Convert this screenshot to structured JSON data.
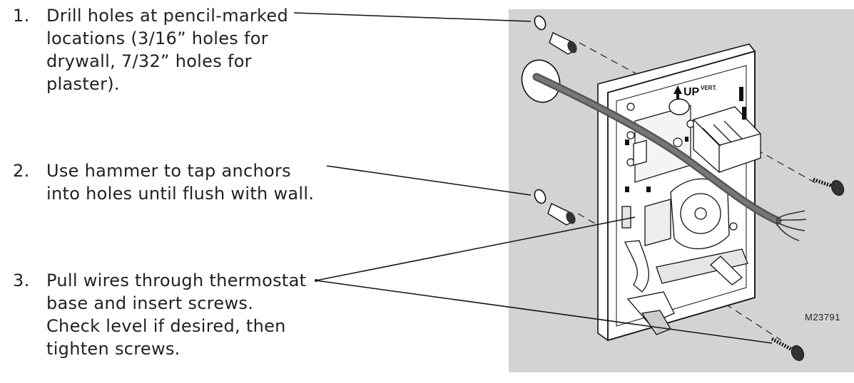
{
  "steps": [
    {
      "number": "1.",
      "lines": [
        "Drill holes at pencil-marked",
        "locations (3/16” holes for",
        "drywall, 7/32” holes for",
        "plaster)."
      ]
    },
    {
      "number": "2.",
      "lines": [
        "Use hammer to tap anchors",
        "into holes until flush with wall."
      ]
    },
    {
      "number": "3.",
      "lines": [
        "Pull wires through thermostat",
        "base and insert screws.",
        "Check level if desired, then",
        "tighten screws."
      ]
    }
  ],
  "figure": {
    "code": "M23791",
    "up_marking": "UP",
    "up_suffix": "VERT.",
    "background_color": "#d3d3d3",
    "plate_color": "#ffffff",
    "line_color": "#111111"
  }
}
